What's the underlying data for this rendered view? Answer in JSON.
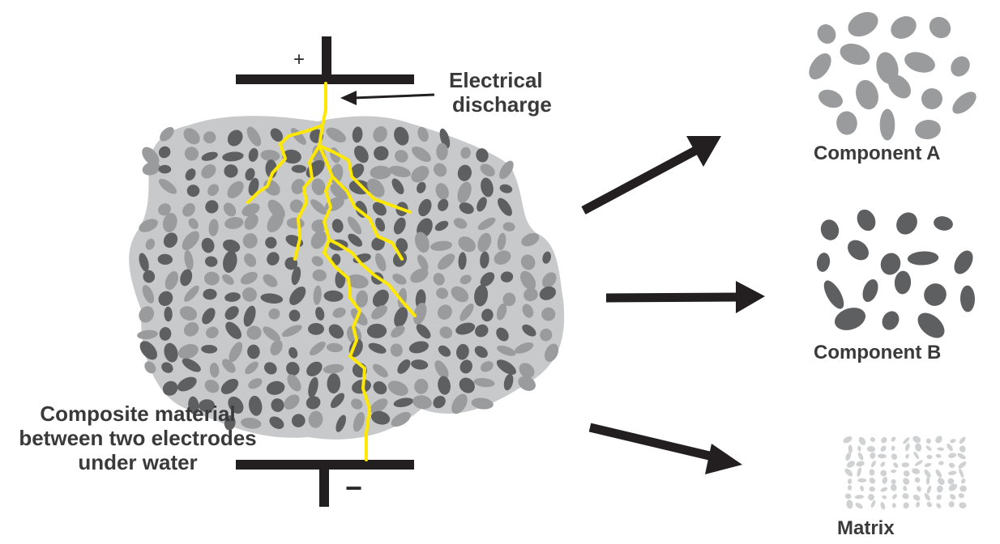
{
  "labels": {
    "plus": "+",
    "minus": "−",
    "discharge_line1": "Electrical",
    "discharge_line2": "discharge",
    "composite_line1": "Composite material",
    "composite_line2": "between two electrodes",
    "composite_line3": "under water",
    "component_a": "Component A",
    "component_b": "Component B",
    "matrix": "Matrix"
  },
  "colors": {
    "electrode": "#231f20",
    "matrix_fill": "#c8c9ca",
    "component_a_fill": "#9a9b9c",
    "component_b_fill": "#5e5f61",
    "matrix_particle_fill": "#d0d1d2",
    "discharge_path": "#ffe800",
    "arrow": "#231f20",
    "text": "#3a3a3a"
  }
}
